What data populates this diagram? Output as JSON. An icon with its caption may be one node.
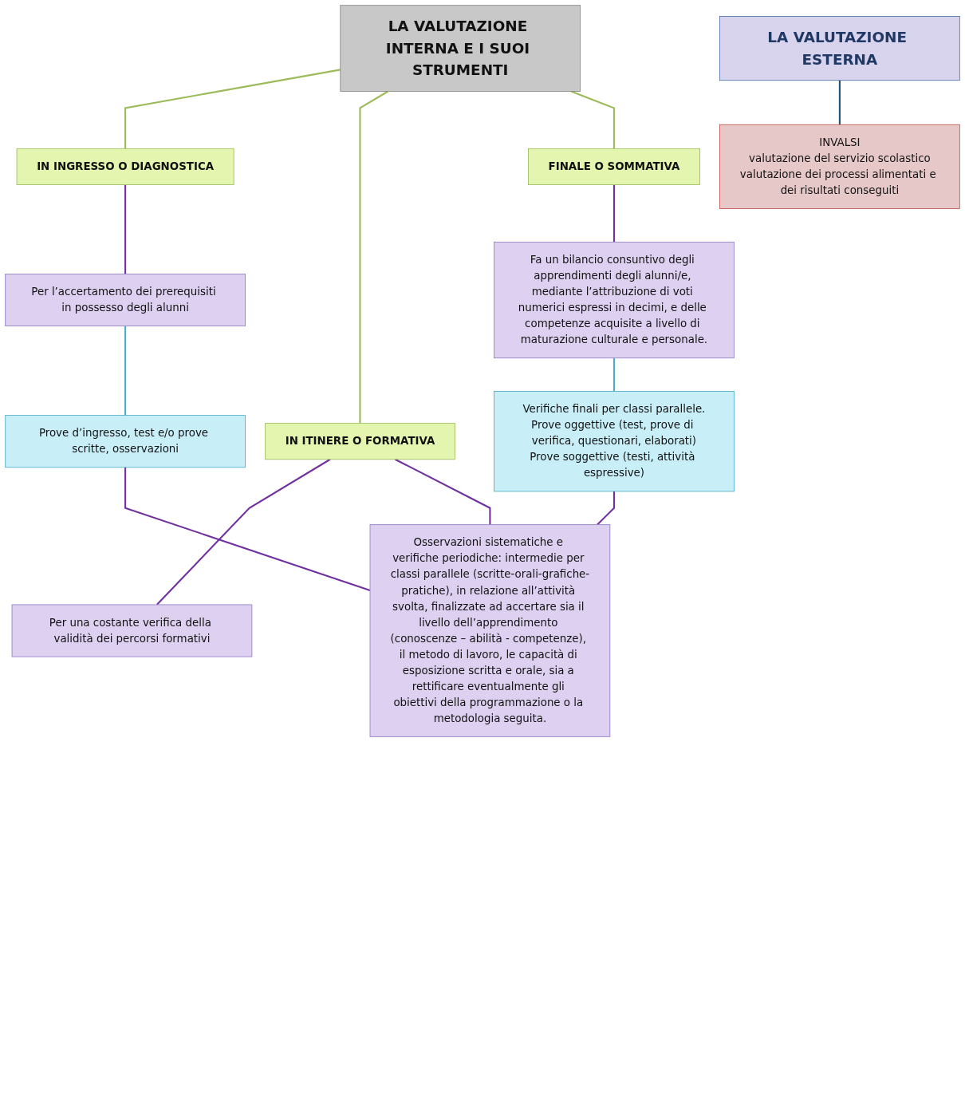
{
  "diagram": {
    "nodes": [
      {
        "text": [
          "LA VALUTAZIONE INTERNA E I SUOI STRUMENTI"
        ]
      },
      {
        "text": [
          "IN INGRESSO O DIAGNOSTICA"
        ]
      },
      {
        "text": [
          "IN ITINERE O FORMATIVA"
        ]
      },
      {
        "text": [
          "FINALE O SOMMATIVA"
        ]
      },
      {
        "text": [
          "Per l’accertamento dei prerequisiti in possesso degli alunni"
        ]
      },
      {
        "text": [
          "Prove d’ingresso, test e/o prove scritte, osservazioni"
        ]
      },
      {
        "text": [
          "Per una costante verifica della validità dei percorsi formativi"
        ]
      },
      {
        "text": [
          "Osservazioni sistematiche e verifiche periodiche: intermedie per classi parallele (scritte-orali-grafiche-pratiche), in relazione all’attività svolta, finalizzate ad accertare sia il livello dell’apprendimento (conoscenze – abilità - competenze), il metodo di lavoro, le capacità di esposizione scritta e orale, sia a rettificare eventualmente gli obiettivi della programmazione o la metodologia seguita."
        ]
      },
      {
        "text": [
          "Fa un bilancio consuntivo degli apprendimenti degli alunni/e, mediante l’attribuzione di voti numerici espressi in decimi, e delle competenze acquisite a livello di maturazione culturale e personale."
        ]
      },
      {
        "text": [
          "Verifiche finali per classi parallele.",
          "Prove oggettive (test, prove di verifica, questionari, elaborati)",
          "Prove soggettive (testi, attività espressive)"
        ]
      },
      {
        "text": [
          "LA VALUTAZIONE ESTERNA"
        ]
      },
      {
        "text": [
          "INVALSI",
          "valutazione del servizio scolastico",
          "valutazione dei processi alimentati e dei risultati conseguiti"
        ]
      }
    ],
    "edges": [
      {
        "from": 0,
        "to": 1,
        "arrow": "none",
        "color": "#9bbb59"
      },
      {
        "from": 0,
        "to": 2,
        "arrow": "none",
        "color": "#9bbb59"
      },
      {
        "from": 0,
        "to": 3,
        "arrow": "none",
        "color": "#9bbb59"
      },
      {
        "from": 1,
        "to": 4,
        "arrow": "none"
      },
      {
        "from": 4,
        "to": 5,
        "arrow": "none",
        "color": "#4bacc6"
      },
      {
        "from": 2,
        "to": 6,
        "arrow": "none"
      },
      {
        "from": 2,
        "to": 7,
        "arrow": "none"
      },
      {
        "from": 3,
        "to": 8,
        "arrow": "none"
      },
      {
        "from": 8,
        "to": 9,
        "arrow": "none",
        "color": "#4bacc6"
      },
      {
        "from": 5,
        "to": 7,
        "arrow": "none"
      },
      {
        "from": 9,
        "to": 7,
        "arrow": "none"
      },
      {
        "from": 10,
        "to": 11,
        "arrow": "none",
        "color": "#1f4e79"
      }
    ]
  }
}
